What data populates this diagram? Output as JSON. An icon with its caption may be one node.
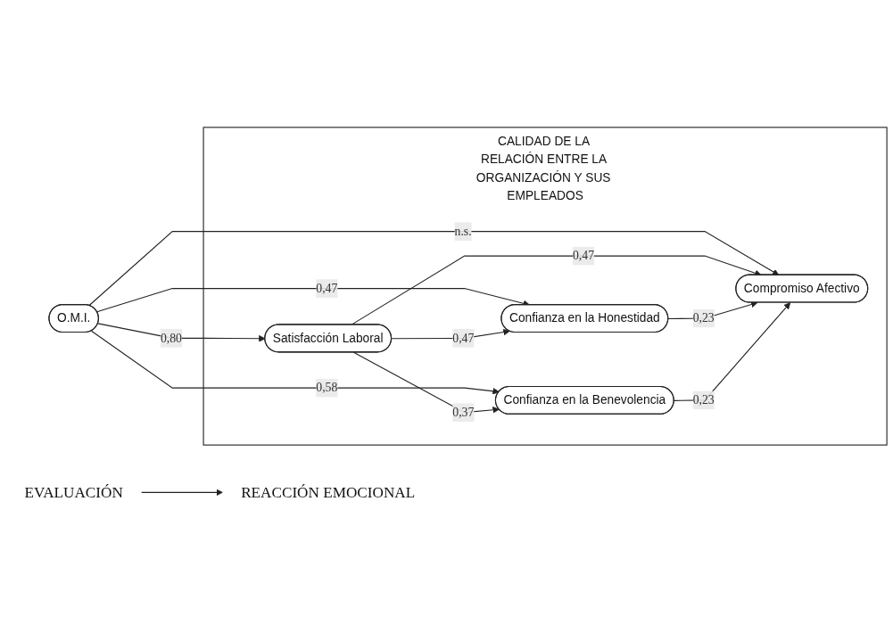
{
  "diagram": {
    "nodes": [
      {
        "text": [
          "EVALUACIÓN"
        ]
      },
      {
        "text": [
          "REACCIÓN EMOCIONAL"
        ]
      },
      {
        "text": [
          "O.M.I."
        ]
      },
      {
        "text": [
          "CALIDAD DE LA RELACIÓN ENTRE LA ORGANIZACIÓN Y SUS EMPLEADOS"
        ]
      },
      {
        "text": [
          "Satisfacción Laboral"
        ],
        "in": 3
      },
      {
        "text": [
          "Compromiso Afectivo"
        ],
        "in": 3
      },
      {
        "text": [
          "Confianza en la Honestidad"
        ],
        "in": 3
      },
      {
        "text": [
          "Confianza en la Benevolencia"
        ],
        "in": 3
      }
    ],
    "edges": [
      {
        "from": 0,
        "to": 1,
        "arrow": "to"
      },
      {
        "from": 2,
        "to": 4,
        "arrow": "to",
        "label": "0,80"
      },
      {
        "from": 2,
        "to": 5,
        "arrow": "to",
        "label": "n.s."
      },
      {
        "from": 2,
        "to": 6,
        "arrow": "to",
        "label": "0,47"
      },
      {
        "from": 2,
        "to": 7,
        "arrow": "to",
        "label": "0,58"
      },
      {
        "from": 4,
        "to": 5,
        "arrow": "to",
        "label": "0,47"
      },
      {
        "from": 4,
        "to": 6,
        "arrow": "to",
        "label": "0,47"
      },
      {
        "from": 4,
        "to": 7,
        "arrow": "to",
        "label": "0,37"
      },
      {
        "from": 6,
        "to": 5,
        "arrow": "to",
        "label": "0,23"
      },
      {
        "from": 7,
        "to": 5,
        "arrow": "to",
        "label": "0,23"
      }
    ]
  }
}
